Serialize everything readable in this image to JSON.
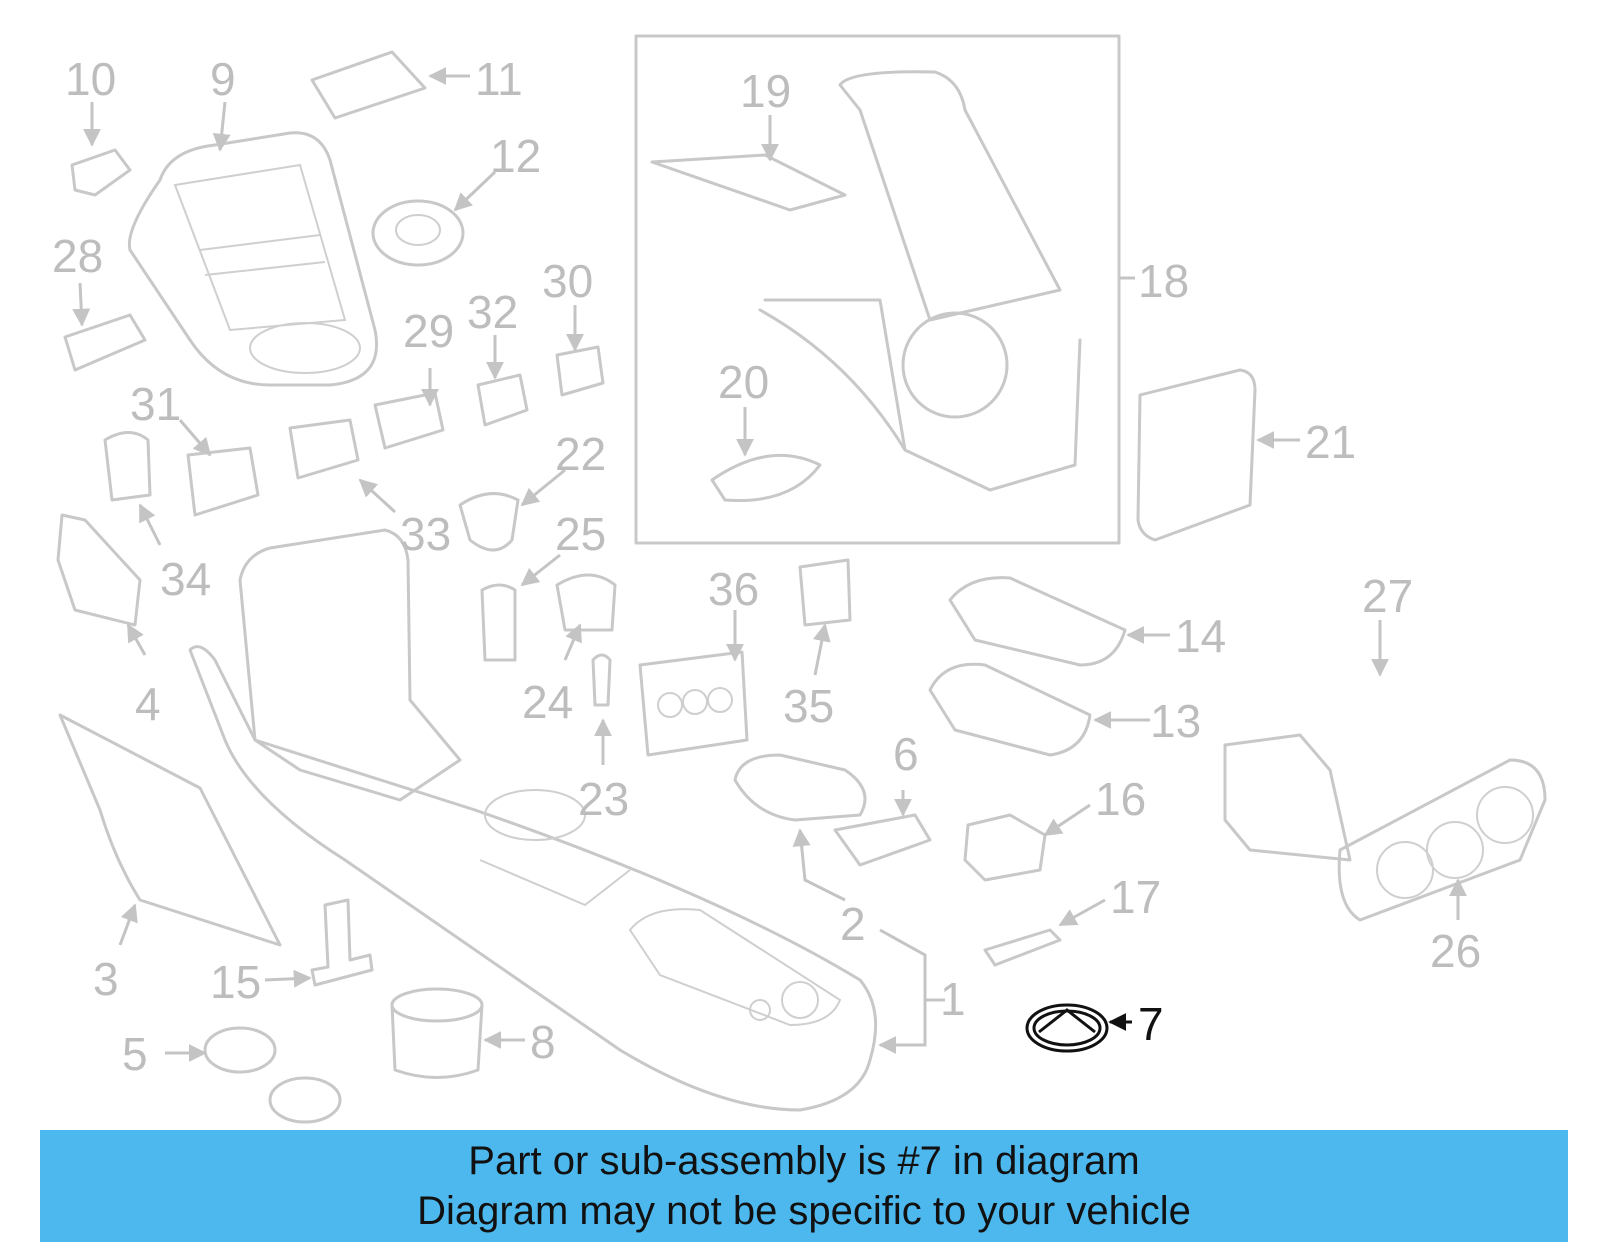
{
  "colors": {
    "part_line": "#c8c8c8",
    "callout_text": "#bdbdbd",
    "highlight": "#111111",
    "banner_bg": "#4db8ee",
    "banner_text": "#111111"
  },
  "callouts": [
    "1",
    "2",
    "3",
    "4",
    "5",
    "6",
    "7",
    "8",
    "9",
    "10",
    "11",
    "12",
    "13",
    "14",
    "15",
    "16",
    "17",
    "18",
    "19",
    "20",
    "21",
    "22",
    "23",
    "24",
    "25",
    "26",
    "27",
    "28",
    "29",
    "30",
    "31",
    "32",
    "33",
    "34",
    "35",
    "36"
  ],
  "highlighted_part": "7",
  "banner": {
    "line1": "Part or sub-assembly is #7 in diagram",
    "line2": "Diagram may not be specific to your vehicle"
  }
}
